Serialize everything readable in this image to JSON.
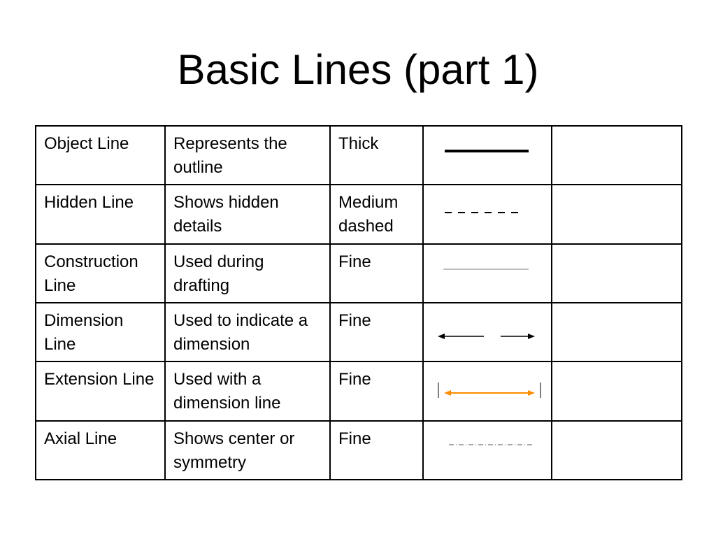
{
  "title": "Basic Lines (part 1)",
  "colors": {
    "text": "#000000",
    "border": "#000000",
    "fine_gray": "#808080",
    "extension_accent": "#ff8c00"
  },
  "rows": [
    {
      "name": "Object Line",
      "description": "Represents the outline",
      "weight": "Thick",
      "sample": "thick-solid-line",
      "notes": ""
    },
    {
      "name": "Hidden Line",
      "description": "Shows hidden details",
      "weight": "Medium dashed",
      "sample": "medium-dashed-line",
      "notes": ""
    },
    {
      "name": "Construction Line",
      "description": "Used during drafting",
      "weight": "Fine",
      "sample": "fine-solid-line",
      "notes": ""
    },
    {
      "name": "Dimension Line",
      "description": "Used to indicate a dimension",
      "weight": "Fine",
      "sample": "dimension-arrows",
      "notes": ""
    },
    {
      "name": "Extension Line",
      "description": "Used with a dimension line",
      "weight": "Fine",
      "sample": "extension-with-orange-arrow",
      "notes": ""
    },
    {
      "name": "Axial Line",
      "description": "Shows center or symmetry",
      "weight": "Fine",
      "sample": "dash-dot-center-line",
      "notes": ""
    }
  ]
}
